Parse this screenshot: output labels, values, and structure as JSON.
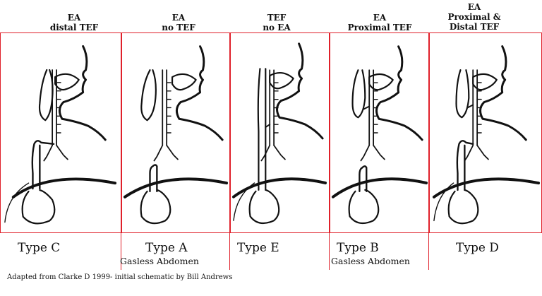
{
  "panels": [
    {
      "header": [
        "EA",
        "distal TEF"
      ],
      "type": "Type C",
      "note": ""
    },
    {
      "header": [
        "EA",
        "no TEF"
      ],
      "type": "Type A",
      "note": "Gasless Abdomen"
    },
    {
      "header": [
        "TEF",
        "no EA"
      ],
      "type": "Type E",
      "note": ""
    },
    {
      "header": [
        "EA",
        "Proximal TEF"
      ],
      "type": "Type B",
      "note": "Gasless Abdomen"
    },
    {
      "header": [
        "EA",
        "Proximal &",
        "Distal TEF"
      ],
      "type": "Type D",
      "note": ""
    }
  ],
  "footnote": "Adapted from Clarke D 1999- initial schematic by Bill Andrews",
  "colors": {
    "frame": "#e0202a",
    "ink": "#111111"
  }
}
